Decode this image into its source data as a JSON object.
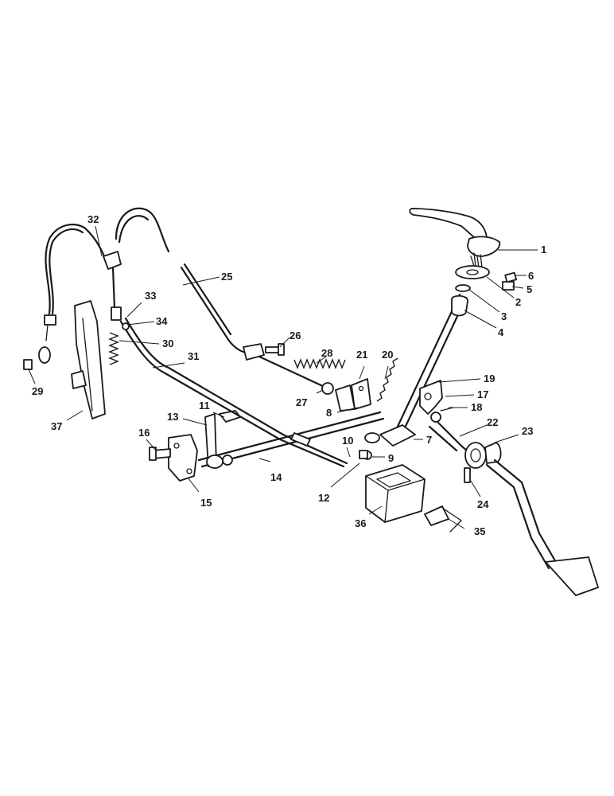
{
  "callouts": [
    "1",
    "2",
    "3",
    "4",
    "5",
    "6",
    "7",
    "8",
    "9",
    "10",
    "11",
    "12",
    "13",
    "14",
    "15",
    "16",
    "17",
    "18",
    "19",
    "20",
    "21",
    "22",
    "23",
    "24",
    "25",
    "26",
    "27",
    "28",
    "29",
    "30",
    "31",
    "32",
    "33",
    "34",
    "35",
    "36",
    "37"
  ]
}
